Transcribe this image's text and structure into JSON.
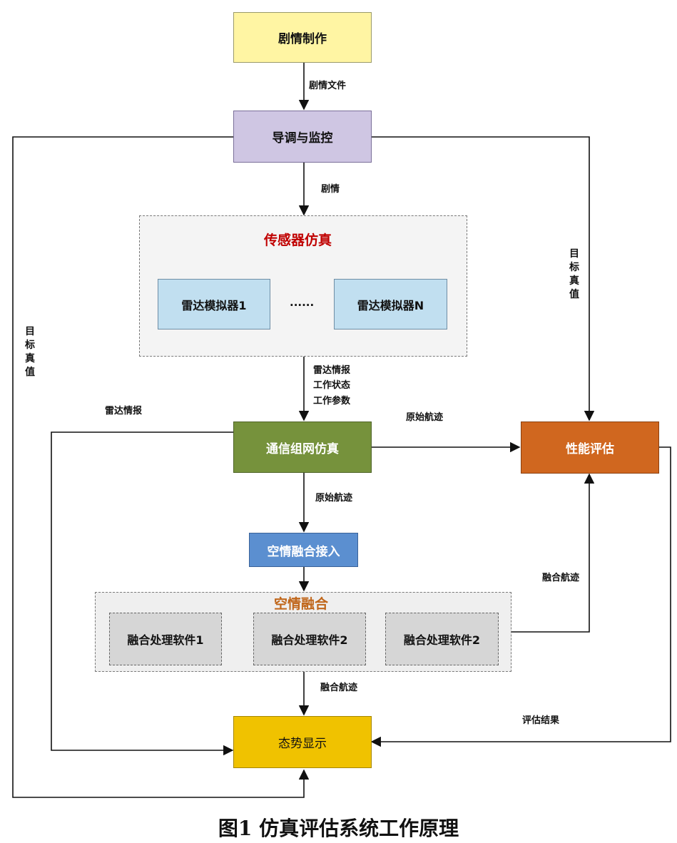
{
  "nodes": {
    "scenario_making": "剧情制作",
    "director_monitor": "导调与监控",
    "radar_sim_1": "雷达模拟器1",
    "ellipsis": "......",
    "radar_sim_n": "雷达模拟器N",
    "comm_network_sim": "通信组网仿真",
    "performance_eval": "性能评估",
    "air_fusion_access": "空情融合接入",
    "fusion_software_1": "融合处理软件1",
    "fusion_software_2a": "融合处理软件2",
    "fusion_software_2b": "融合处理软件2",
    "situation_display": "态势显示"
  },
  "groups": {
    "sensor_simulation": "传感器仿真",
    "air_fusion": "空情融合"
  },
  "edges": {
    "scenario_file": "剧情文件",
    "scenario": "剧情",
    "radar_info_work_status_params": [
      "雷达情报",
      "工作状态",
      "工作参数"
    ],
    "radar_info_left": "雷达情报",
    "raw_track_right": "原始航迹",
    "raw_track_down": "原始航迹",
    "target_truth_left": "目标真值",
    "target_truth_right": "目标真值",
    "fused_track_right": "融合航迹",
    "fused_track_down": "融合航迹",
    "eval_result": "评估结果"
  },
  "caption": "图1 仿真评估系统工作原理",
  "colors": {
    "scenario_making": "#fff5a3",
    "director_monitor": "#cfc6e3",
    "radar_sim": "#c1dff0",
    "comm_network_sim": "#76923c",
    "performance_eval": "#d0671f",
    "air_fusion_access": "#5b8fd0",
    "fusion_software": "#d6d6d6",
    "situation_display": "#f0c200",
    "sensor_group_title": "#c00000",
    "fusion_group_title": "#c0661a"
  }
}
